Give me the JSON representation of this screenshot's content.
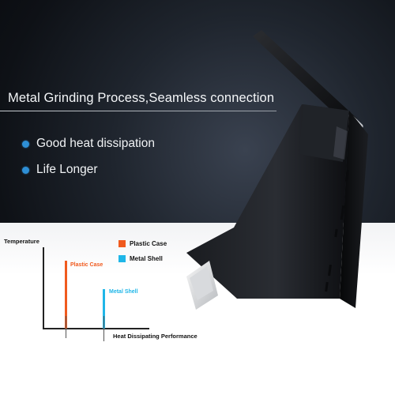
{
  "headline": "Metal Grinding Process,Seamless connection",
  "bullets": [
    "Good heat dissipation",
    "Life Longer"
  ],
  "chart": {
    "y_label": "Temperature",
    "x_label": "Heat Dissipating Performance",
    "legend": [
      {
        "label": "Plastic Case",
        "color": "#f05a1e"
      },
      {
        "label": "Metal Shell",
        "color": "#1fb6e8"
      }
    ],
    "bar_labels": [
      "Plastic Case",
      "Metal Shell"
    ]
  },
  "colors": {
    "bullet": "#2e8fd6",
    "plastic": "#f05a1e",
    "metal": "#1fb6e8"
  }
}
